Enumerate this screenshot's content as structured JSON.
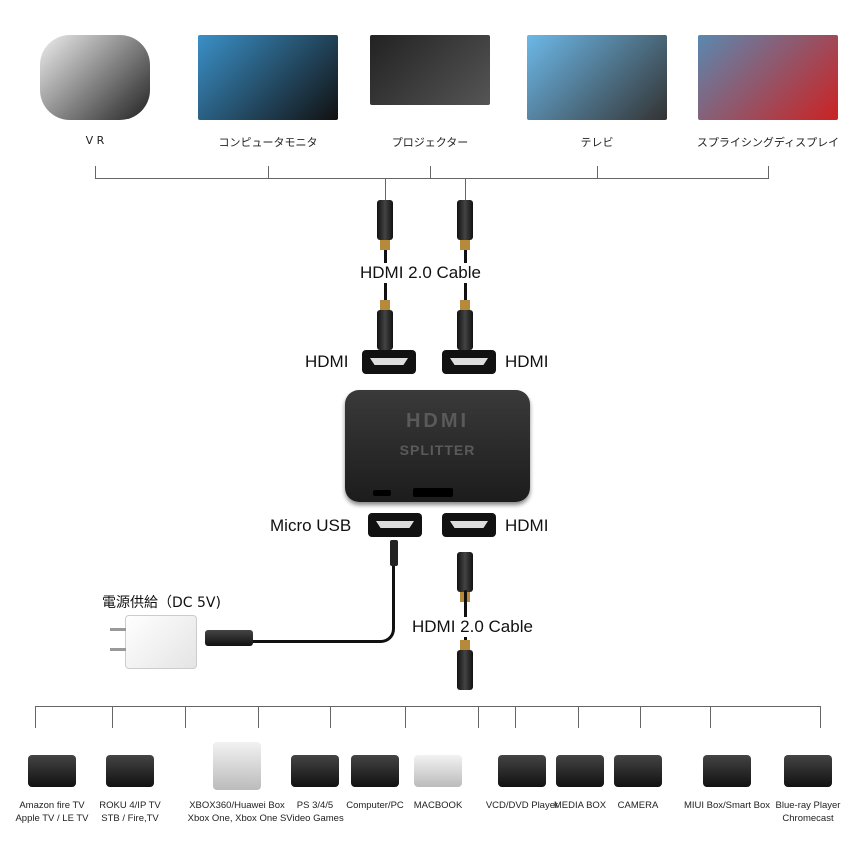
{
  "top_devices": [
    {
      "label": "V R",
      "icon": "vr-headset-icon"
    },
    {
      "label": "コンピュータモニタ",
      "icon": "monitor-icon"
    },
    {
      "label": "プロジェクター",
      "icon": "projector-icon"
    },
    {
      "label": "テレビ",
      "icon": "tv-icon"
    },
    {
      "label": "スプライシングディスプレイ",
      "icon": "video-wall-icon"
    }
  ],
  "labels": {
    "cable_top": "HDMI  2.0  Cable",
    "hdmi_left": "HDMI",
    "hdmi_right": "HDMI",
    "micro_usb": "Micro  USB",
    "hdmi_input": "HDMI",
    "power": "電源供給（DC  5V)",
    "cable_bottom": "HDMI  2.0  Cable"
  },
  "splitter": {
    "logo": "HDMI",
    "name": "SPLITTER"
  },
  "bottom_devices": [
    {
      "lines": [
        "Amazon fire TV",
        "Apple TV / LE TV"
      ],
      "icon": "streaming-box-icon"
    },
    {
      "lines": [
        "ROKU 4/IP TV",
        "STB / Fire,TV"
      ],
      "icon": "roku-icon"
    },
    {
      "lines": [
        "XBOX360/Huawei Box",
        "Xbox One, Xbox One S"
      ],
      "icon": "xbox-icon"
    },
    {
      "lines": [
        "PS 3/4/5",
        "Video Games"
      ],
      "icon": "playstation-icon"
    },
    {
      "lines": [
        "Computer/PC"
      ],
      "icon": "computer-icon"
    },
    {
      "lines": [
        "MACBOOK"
      ],
      "icon": "laptop-icon"
    },
    {
      "lines": [
        "VCD/DVD Player"
      ],
      "icon": "dvd-player-icon"
    },
    {
      "lines": [
        "MEDIA BOX"
      ],
      "icon": "media-box-icon"
    },
    {
      "lines": [
        "CAMERA"
      ],
      "icon": "camera-icon"
    },
    {
      "lines": [
        "MIUI Box/Smart Box"
      ],
      "icon": "smart-box-icon"
    },
    {
      "lines": [
        "Blue-ray Player",
        "Chromecast"
      ],
      "icon": "bluray-player-icon"
    }
  ]
}
